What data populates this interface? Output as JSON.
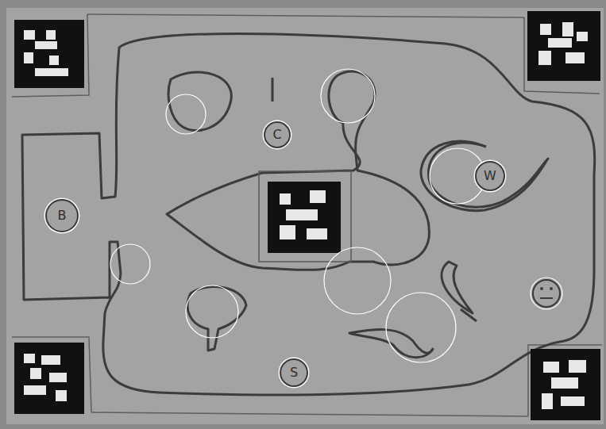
{
  "diagram": {
    "nodes": [
      {
        "text": [
          "C"
        ]
      },
      {
        "text": [
          "W"
        ]
      },
      {
        "text": [
          "B"
        ]
      },
      {
        "text": [
          "S"
        ]
      }
    ]
  }
}
